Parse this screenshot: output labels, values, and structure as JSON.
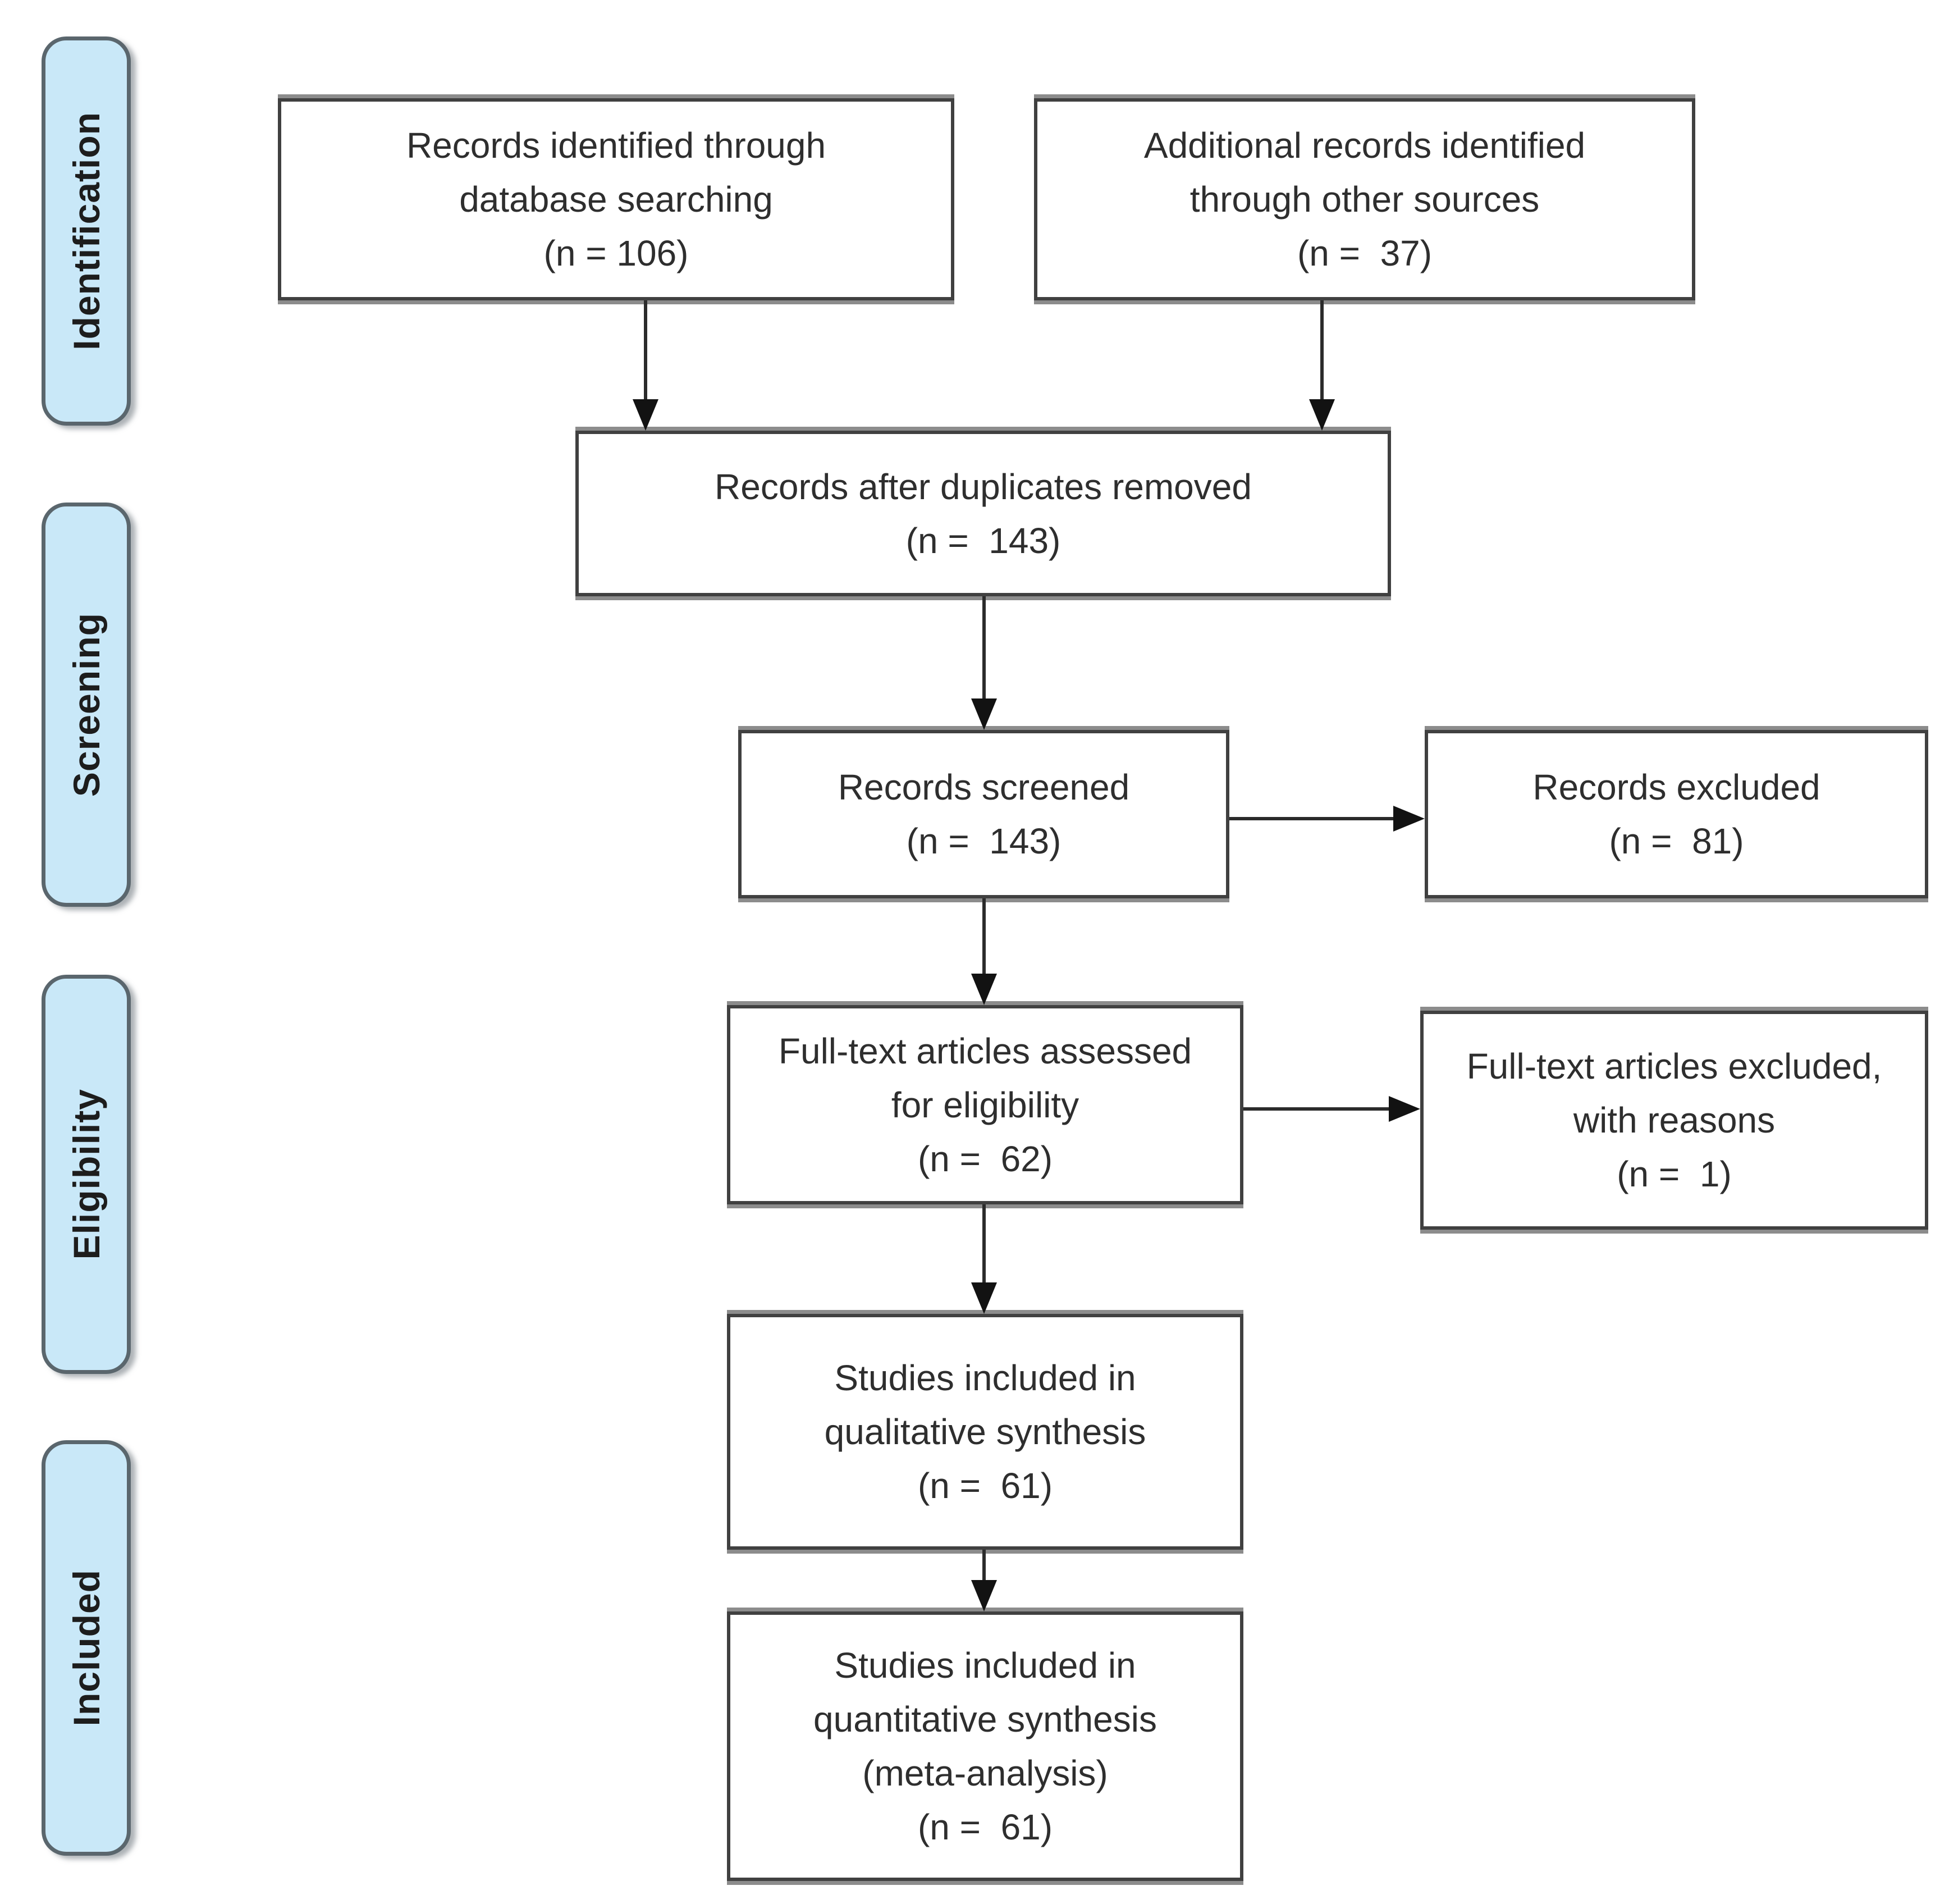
{
  "diagram": {
    "type": "prisma-flow",
    "colors": {
      "stage_fill": "#c9e8f8",
      "stage_border": "#5a666d",
      "box_border": "#404040",
      "box_shadow": "#8c8c8c",
      "arrow": "#2b2b2b",
      "text": "#2e2e2e",
      "background": "#ffffff"
    },
    "stages": [
      {
        "id": "identification",
        "label": "Identification"
      },
      {
        "id": "screening",
        "label": "Screening"
      },
      {
        "id": "eligibility",
        "label": "Eligibility"
      },
      {
        "id": "included",
        "label": "Included"
      }
    ],
    "boxes": [
      {
        "id": "records-identified-database",
        "stage": "identification",
        "n": 106,
        "text": "Records identified through\ndatabase searching\n(n = 106)"
      },
      {
        "id": "additional-records-other-sources",
        "stage": "identification",
        "n": 37,
        "text": "Additional records identified\nthrough other sources\n(n =  37)"
      },
      {
        "id": "records-after-duplicates",
        "stage": "screening",
        "n": 143,
        "text": "Records after duplicates removed\n(n =  143)"
      },
      {
        "id": "records-screened",
        "stage": "screening",
        "n": 143,
        "text": "Records screened\n(n =  143)"
      },
      {
        "id": "records-excluded",
        "stage": "screening",
        "n": 81,
        "text": "Records excluded\n(n =  81)"
      },
      {
        "id": "fulltext-assessed",
        "stage": "eligibility",
        "n": 62,
        "text": "Full-text articles assessed\nfor eligibility\n(n =  62)"
      },
      {
        "id": "fulltext-excluded",
        "stage": "eligibility",
        "n": 1,
        "text": "Full-text articles excluded,\nwith reasons\n(n =  1)"
      },
      {
        "id": "qualitative-synthesis",
        "stage": "included",
        "n": 61,
        "text": "Studies included in\nqualitative synthesis\n(n =  61)"
      },
      {
        "id": "quantitative-synthesis",
        "stage": "included",
        "n": 61,
        "text": "Studies included in\nquantitative synthesis\n(meta-analysis)\n(n =  61)"
      }
    ],
    "arrows": [
      {
        "from": "records-identified-database",
        "to": "records-after-duplicates"
      },
      {
        "from": "additional-records-other-sources",
        "to": "records-after-duplicates"
      },
      {
        "from": "records-after-duplicates",
        "to": "records-screened"
      },
      {
        "from": "records-screened",
        "to": "records-excluded"
      },
      {
        "from": "records-screened",
        "to": "fulltext-assessed"
      },
      {
        "from": "fulltext-assessed",
        "to": "fulltext-excluded"
      },
      {
        "from": "fulltext-assessed",
        "to": "qualitative-synthesis"
      },
      {
        "from": "qualitative-synthesis",
        "to": "quantitative-synthesis"
      }
    ]
  }
}
